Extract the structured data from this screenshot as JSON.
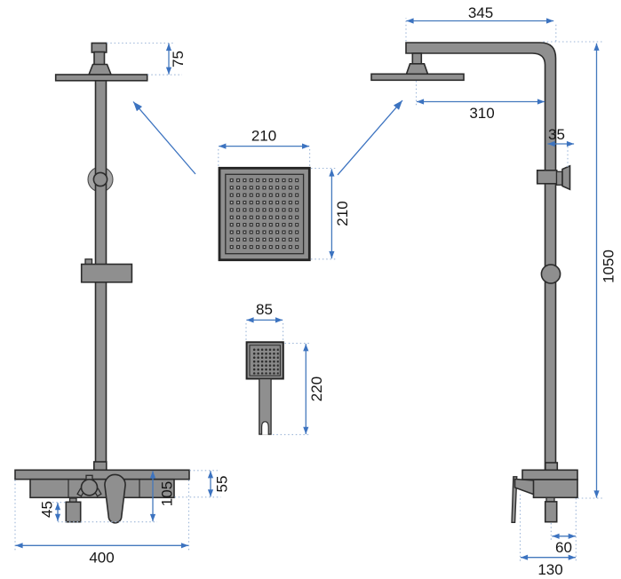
{
  "drawing": {
    "subject": "shower-column-set-dimension-drawing",
    "units_implied": "mm",
    "colors": {
      "fixture_fill": "#8f8f8f",
      "fixture_outline": "#2b2b2b",
      "dimension_line": "#4479bd",
      "extension_line": "#9db6d8",
      "label_text": "#151515",
      "background": "#ffffff"
    }
  },
  "dimensions": {
    "front_view": {
      "head_top_offset": "75",
      "total_width": "400",
      "shelf_drop": "55",
      "mixer_drop": "105",
      "outlet_drop": "45"
    },
    "side_view": {
      "arm_span": "345",
      "head_to_rail": "310",
      "bracket_offset": "35",
      "rail_height": "1050",
      "spout_offset": "60",
      "mixer_depth": "130"
    },
    "head_detail": {
      "width": "210",
      "height": "210"
    },
    "handset_detail": {
      "width": "85",
      "height": "220"
    }
  }
}
